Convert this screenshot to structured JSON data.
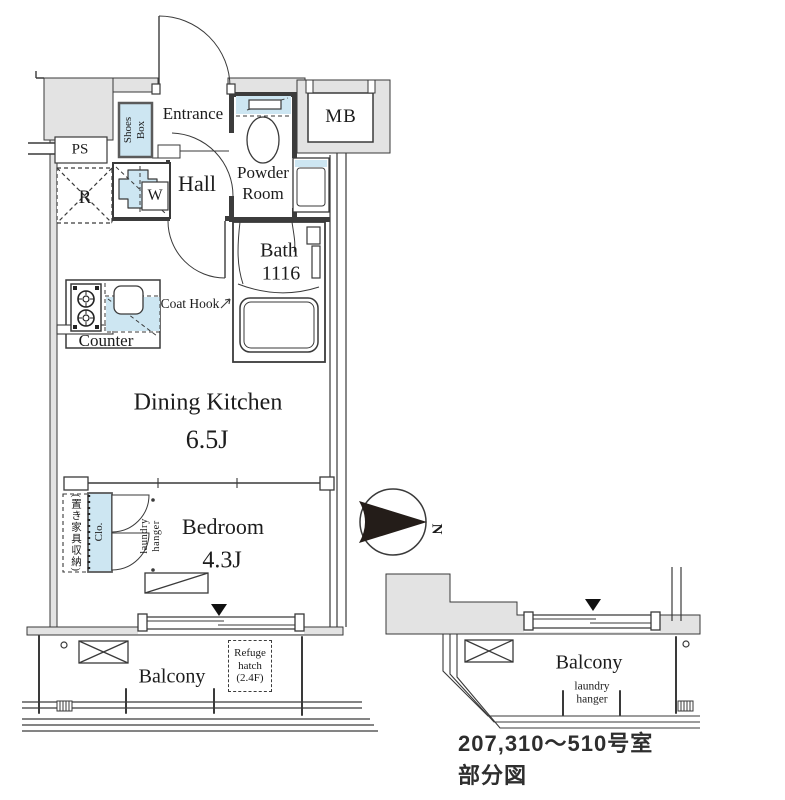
{
  "caption": "207,310〜510号室部分図",
  "compass": {
    "north": "N"
  },
  "rooms": {
    "entrance": "Entrance",
    "hall": "Hall",
    "powder_line1": "Powder",
    "powder_line2": "Room",
    "bath": "Bath",
    "bath_module": "1116",
    "dining_kitchen": "Dining Kitchen",
    "dining_kitchen_size": "6.5J",
    "bedroom": "Bedroom",
    "bedroom_size": "4.3J",
    "balcony_main": "Balcony",
    "balcony_right": "Balcony"
  },
  "labels": {
    "mb": "MB",
    "ps": "PS",
    "refrigerator": "R",
    "washer": "W",
    "shoes_line1": "Shoes",
    "shoes_line2": "Box",
    "closet": "Clo.",
    "furniture_storage": "(置き家具収納)",
    "laundry_line1": "laundry",
    "laundry_line2": "hanger",
    "coat_hook": "Coat Hook",
    "counter": "Counter",
    "refuge_line1": "Refuge",
    "refuge_line2": "hatch",
    "refuge_line3": "(2.4F)",
    "laundry_r_line1": "laundry",
    "laundry_r_line2": "hanger"
  },
  "colors": {
    "wall_gray": "#e3e3e3",
    "fixture_blue": "#cde6f2",
    "line_dark": "#3a3a3a"
  }
}
